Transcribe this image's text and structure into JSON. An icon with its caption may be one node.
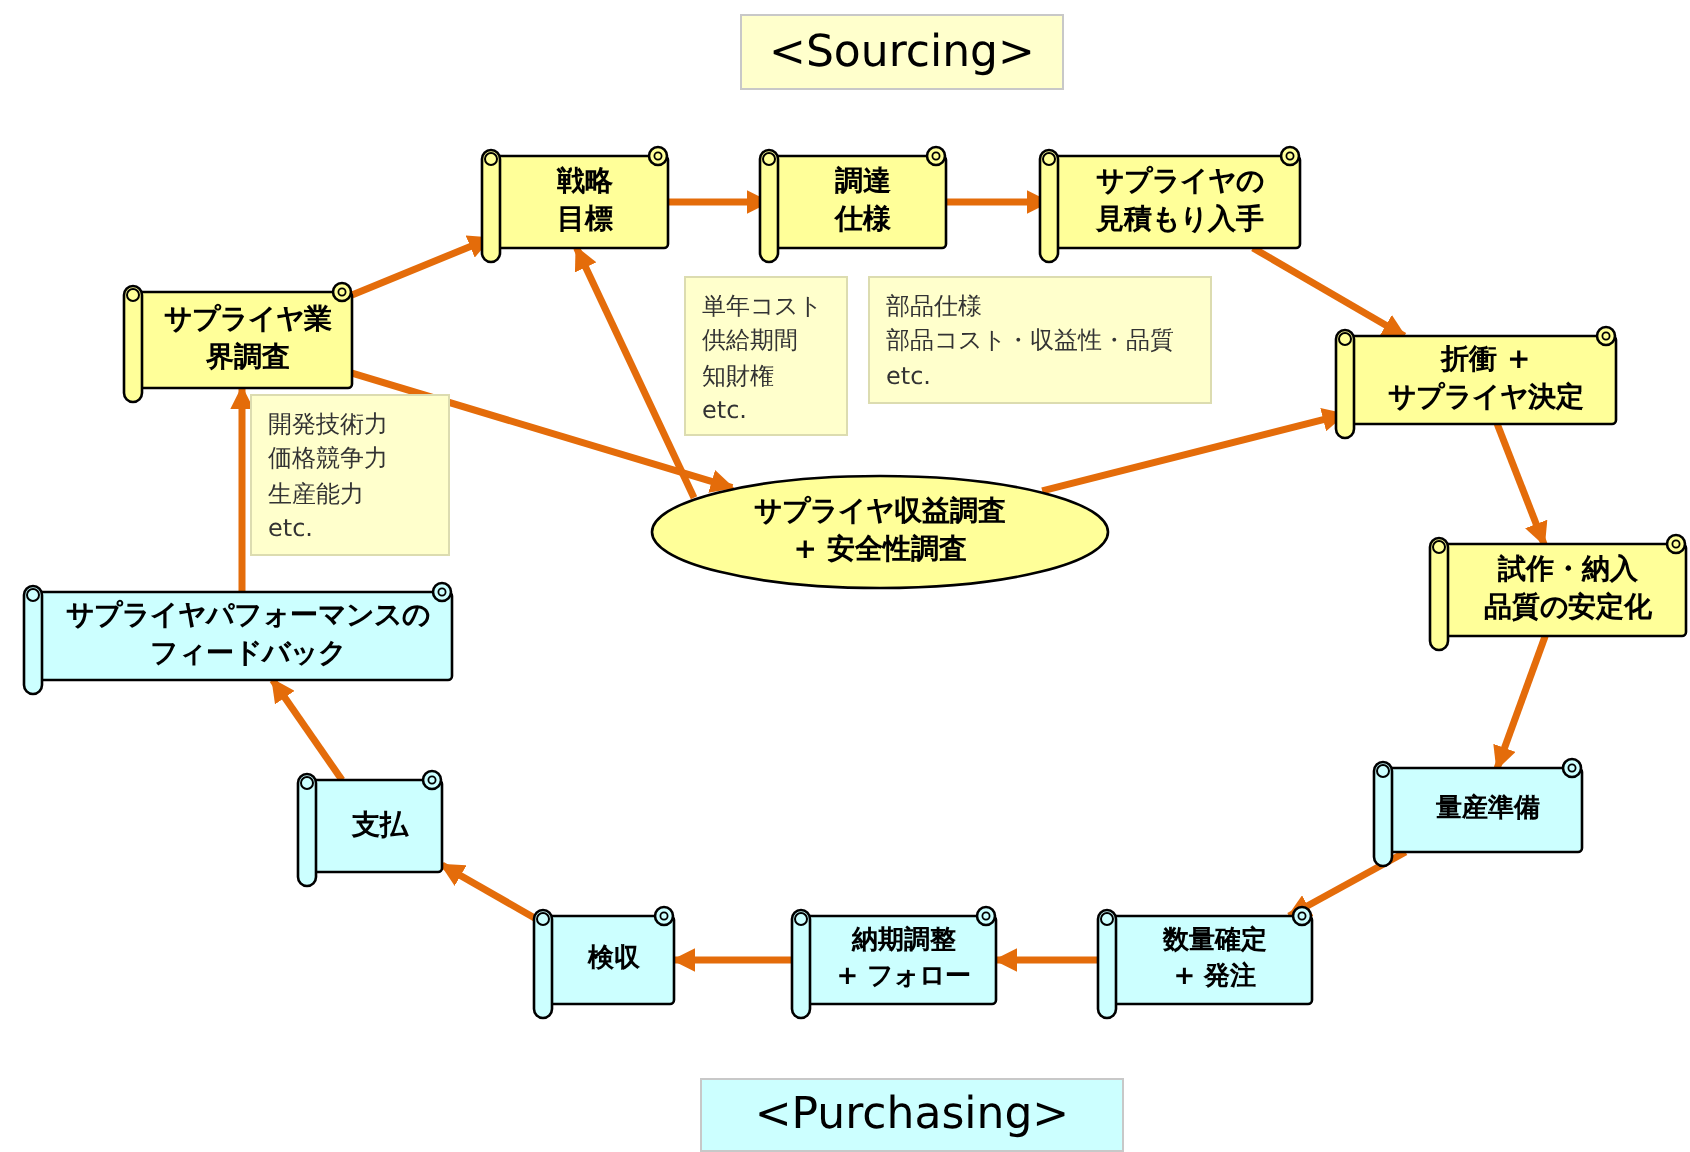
{
  "diagram": {
    "nodes": [
      {
        "text": [
          "<Sourcing>"
        ]
      },
      {
        "text": [
          "戦略目標"
        ]
      },
      {
        "text": [
          "調達仕様"
        ]
      },
      {
        "text": [
          "サプライヤの見積もり入手"
        ]
      },
      {
        "text": [
          "サプライヤ業界調査"
        ]
      },
      {
        "text": [
          "単年コスト",
          "供給期間",
          "知財権",
          "etc."
        ]
      },
      {
        "text": [
          "部品仕様",
          "部品コスト・収益性・品質",
          "etc."
        ]
      },
      {
        "text": [
          "折衝 +サプライヤ決定"
        ]
      },
      {
        "text": [
          "開発技術力",
          "価格競争力",
          "生産能力",
          "etc."
        ]
      },
      {
        "text": [
          "サプライヤ収益調査+ 安全性調査"
        ]
      },
      {
        "text": [
          "サプライヤパフォーマンスのフィードバック"
        ]
      },
      {
        "text": [
          "試作・納入品質の安定化"
        ]
      },
      {
        "text": [
          "支払"
        ]
      },
      {
        "text": [
          "量産準備"
        ]
      },
      {
        "text": [
          "検収"
        ]
      },
      {
        "text": [
          "納期調整+ フォロー"
        ]
      },
      {
        "text": [
          "数量確定+ 発注"
        ]
      },
      {
        "text": [
          "<Purchasing>"
        ]
      }
    ],
    "edges": [
      {
        "from": 4,
        "to": 1,
        "arrow": "to"
      },
      {
        "from": 1,
        "to": 2,
        "arrow": "to"
      },
      {
        "from": 2,
        "to": 3,
        "arrow": "to"
      },
      {
        "from": 3,
        "to": 7,
        "arrow": "to"
      },
      {
        "from": 9,
        "to": 1,
        "arrow": "to"
      },
      {
        "from": 4,
        "to": 9,
        "arrow": "to"
      },
      {
        "from": 9,
        "to": 7,
        "arrow": "to"
      },
      {
        "from": 7,
        "to": 11,
        "arrow": "to"
      },
      {
        "from": 11,
        "to": 13,
        "arrow": "to"
      },
      {
        "from": 13,
        "to": 16,
        "arrow": "to"
      },
      {
        "from": 16,
        "to": 15,
        "arrow": "to"
      },
      {
        "from": 15,
        "to": 14,
        "arrow": "to"
      },
      {
        "from": 14,
        "to": 12,
        "arrow": "to"
      },
      {
        "from": 12,
        "to": 10,
        "arrow": "to"
      },
      {
        "from": 10,
        "to": 4,
        "arrow": "to"
      }
    ]
  }
}
